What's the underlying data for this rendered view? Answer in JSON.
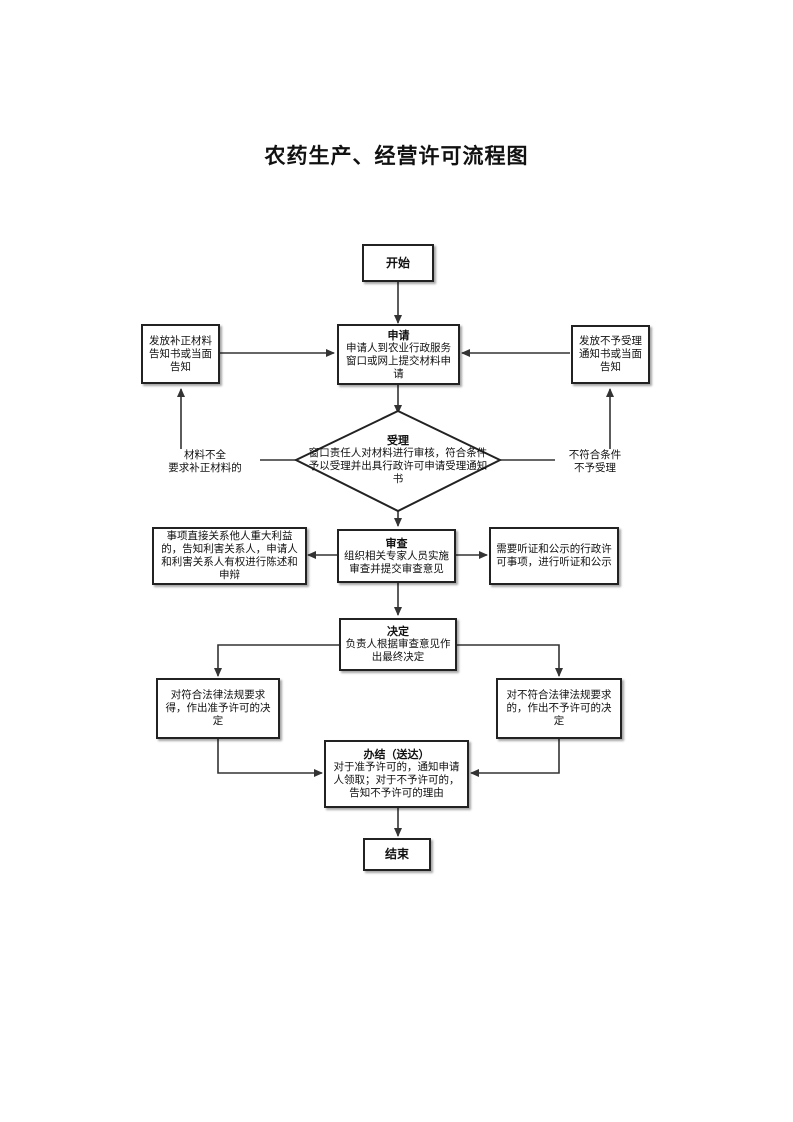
{
  "title": "农药生产、经营许可流程图",
  "nodes": {
    "start": "开始",
    "apply": {
      "head": "申请",
      "body": "申请人到农业行政服务窗口或网上提交材料申请"
    },
    "supplement": "发放补正材料告知书或当面告知",
    "reject_notice": "发放不予受理通知书或当面告知",
    "accept": {
      "head": "受理",
      "body": "窗口责任人对材料进行审核，符合条件予以受理并出具行政许可申请受理通知书"
    },
    "review": {
      "head": "审查",
      "body": "组织相关专家人员实施审查并提交审查意见"
    },
    "major_interest": "事项直接关系他人重大利益的，告知利害关系人，申请人和利害关系人有权进行陈述和申辩",
    "hearing": "需要听证和公示的行政许可事项，进行听证和公示",
    "decision": {
      "head": "决定",
      "body": "负责人根据审查意见作出最终决定"
    },
    "approve": "对符合法律法规要求得，作出准予许可的决定",
    "deny": "对不符合法律法规要求的，作出不予许可的决定",
    "deliver": {
      "head": "办结（送达）",
      "body": "对于准予许可的，通知申请人领取；对于不予许可的，告知不予许可的理由"
    },
    "end": "结束"
  },
  "edge_labels": {
    "incomplete": "材料不全\n要求补正材料的",
    "not_eligible": "不符合条件\n不予受理"
  }
}
